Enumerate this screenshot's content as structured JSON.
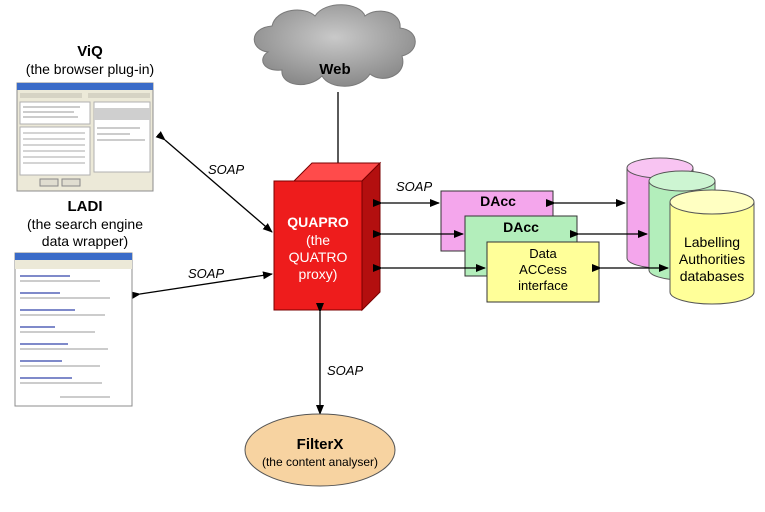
{
  "viq": {
    "title": "ViQ",
    "subtitle": "(the browser plug-in)"
  },
  "ladi": {
    "title": "LADI",
    "subtitle_line1": "(the search engine",
    "subtitle_line2": "data wrapper)"
  },
  "web": {
    "label": "Web"
  },
  "quapro": {
    "title": "QUAPRO",
    "line1": "(the",
    "line2": "QUATRO",
    "line3": "proxy)"
  },
  "dacc": {
    "back_label": "DAcc",
    "mid_label": "DAcc",
    "front_line1": "Data",
    "front_line2": "ACCess",
    "front_line3": "interface"
  },
  "databases": {
    "line1": "Labelling",
    "line2": "Authorities",
    "line3": "databases"
  },
  "filterx": {
    "title": "FilterX",
    "subtitle": "(the content analyser)"
  },
  "soap": {
    "viq": "SOAP",
    "ladi": "SOAP",
    "dacc": "SOAP",
    "filterx": "SOAP"
  },
  "colors": {
    "quapro_front": "#ee1c1c",
    "quapro_side": "#b30f0f",
    "quapro_top": "#ff4b4b",
    "dacc_pink": "#f4a6ec",
    "dacc_green": "#b3eebb",
    "dacc_yellow": "#ffff99",
    "db_pink": "#f4a6ec",
    "db_green": "#b3eebb",
    "db_yellow": "#ffff99",
    "cloud": "#9e9e9e",
    "filterx": "#f7d3a1"
  }
}
